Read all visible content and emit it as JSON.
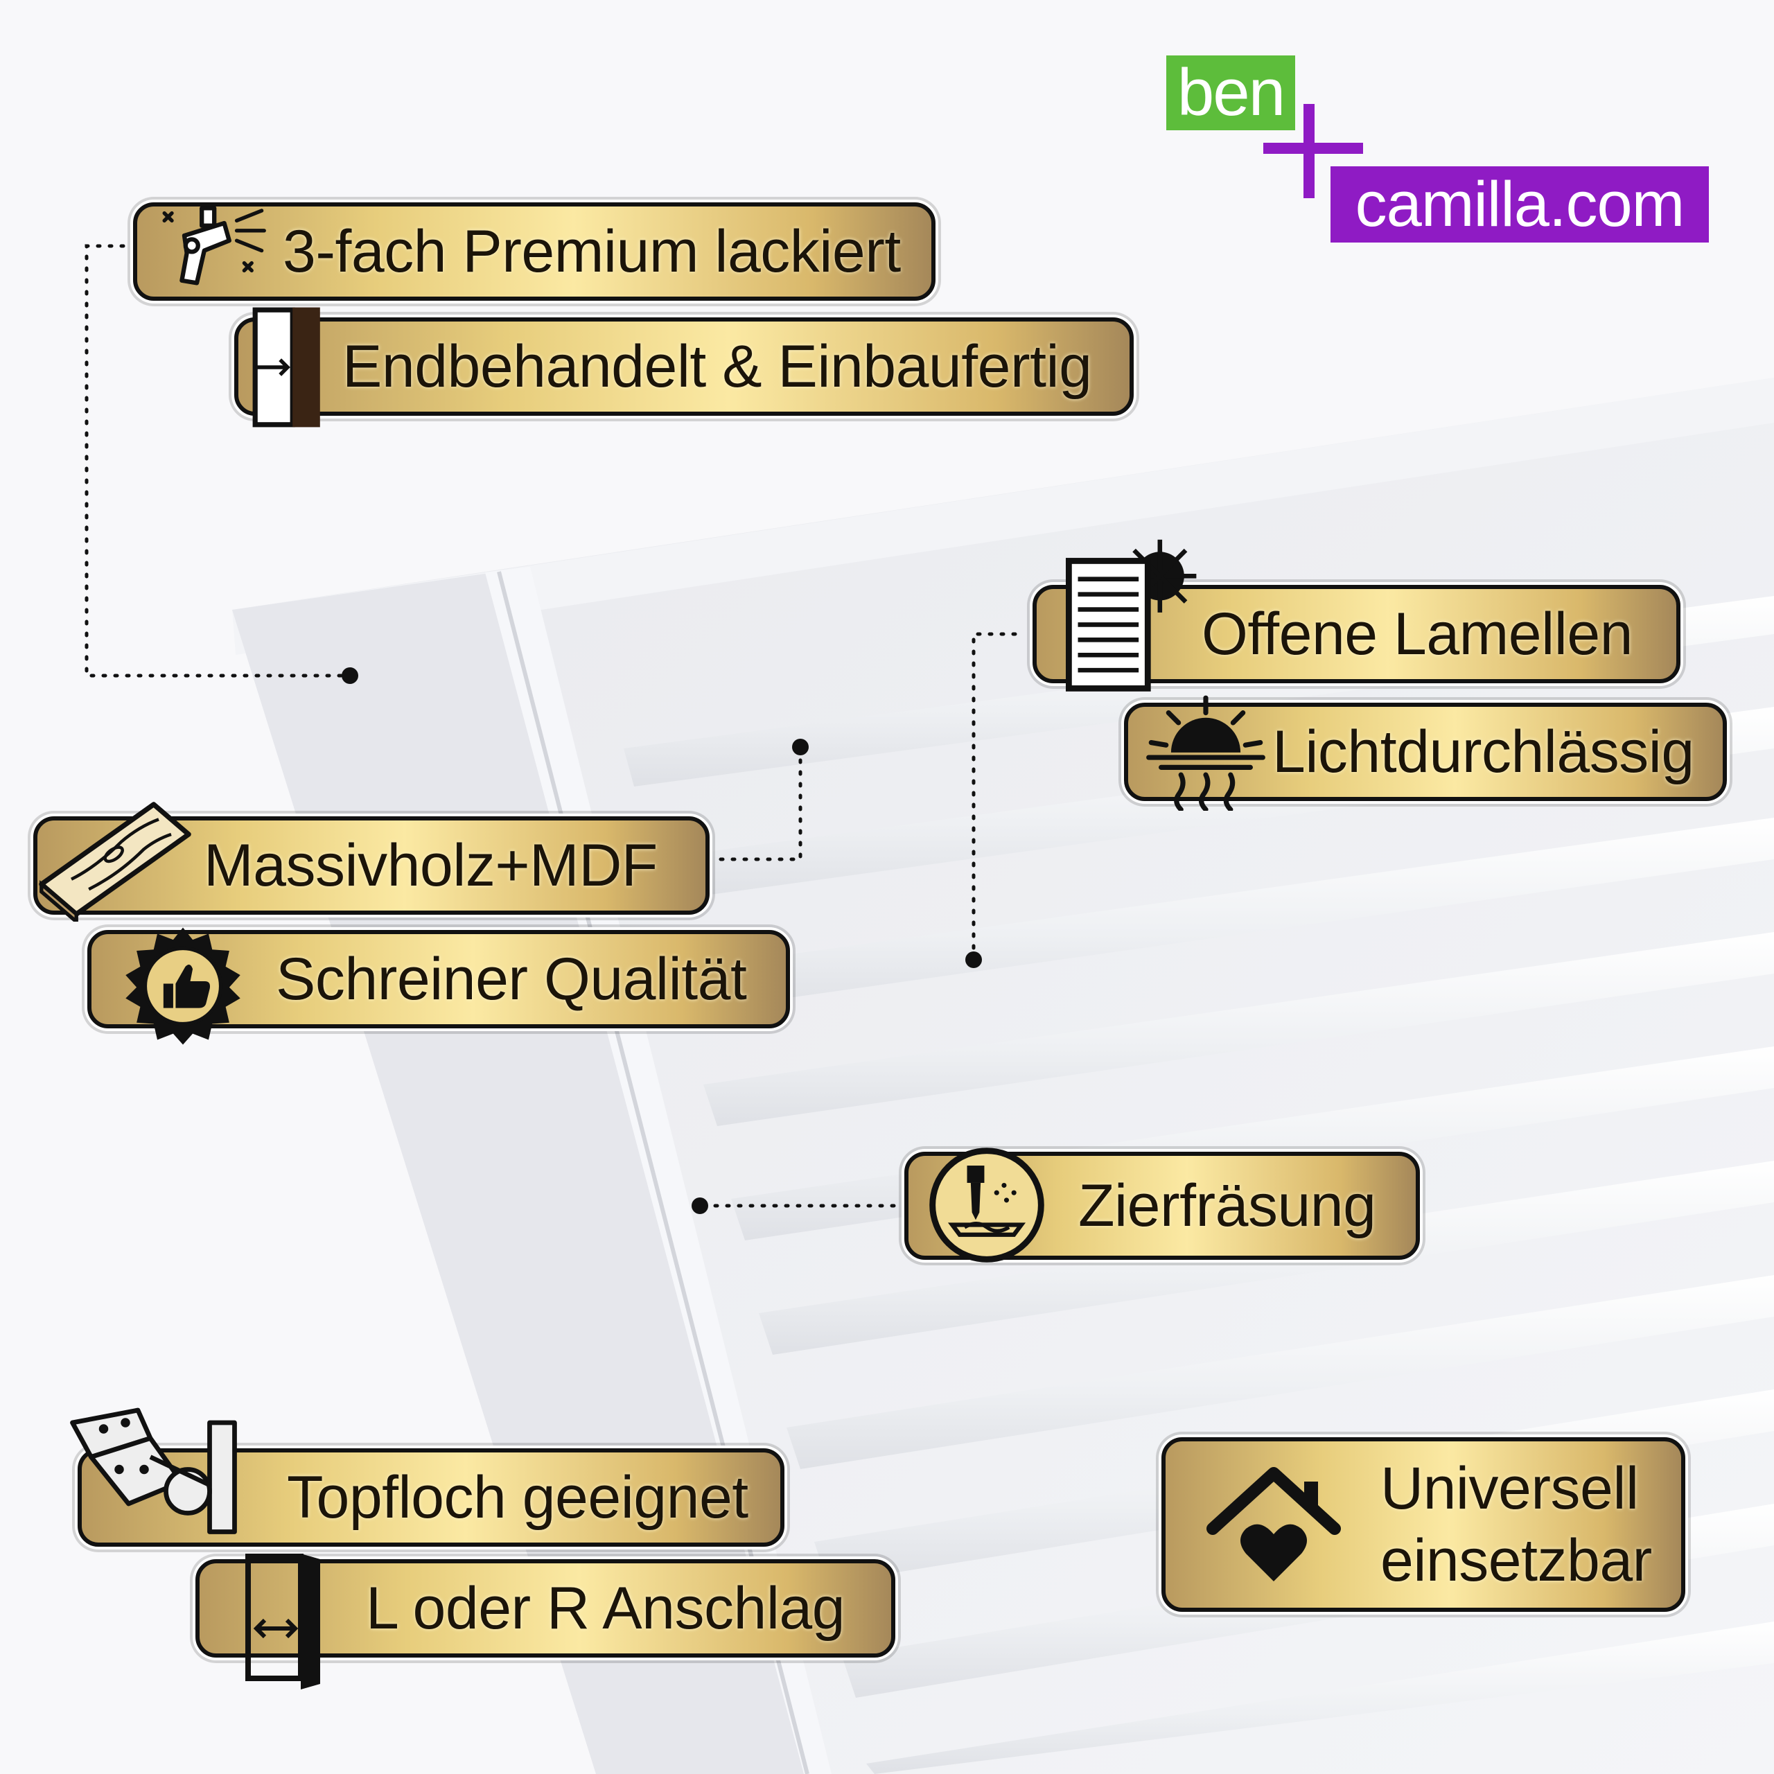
{
  "logo": {
    "top_text": "ben",
    "bottom_text": "camilla.com",
    "green": "#5dbd3b",
    "purple": "#8f1bc4"
  },
  "features": {
    "lacquer": {
      "label": "3-fach Premium lackiert",
      "icon": "spray-gun-icon"
    },
    "finish": {
      "label": "Endbehandelt & Einbaufertig",
      "icon": "edge-finish-icon"
    },
    "slats": {
      "label": "Offene Lamellen",
      "icon": "louver-sun-icon"
    },
    "light": {
      "label": "Lichtdurchlässig",
      "icon": "sun-rays-icon"
    },
    "material": {
      "label": "Massivholz+MDF",
      "icon": "wood-plank-icon"
    },
    "quality": {
      "label": "Schreiner Qualität",
      "icon": "thumbs-up-seal-icon"
    },
    "milling": {
      "label": "Zierfräsung",
      "icon": "milling-cutter-icon"
    },
    "hinge": {
      "label": "Topfloch geeignet",
      "icon": "cup-hinge-icon"
    },
    "direction": {
      "label": "L oder R Anschlag",
      "icon": "door-swing-icon"
    },
    "universal": {
      "label_line1": "Universell",
      "label_line2": "einsetzbar",
      "icon": "house-heart-icon"
    }
  },
  "colors": {
    "badge_gold": "#e7cd7c",
    "badge_border": "#111111",
    "shutter_white": "#f2f3f6"
  }
}
